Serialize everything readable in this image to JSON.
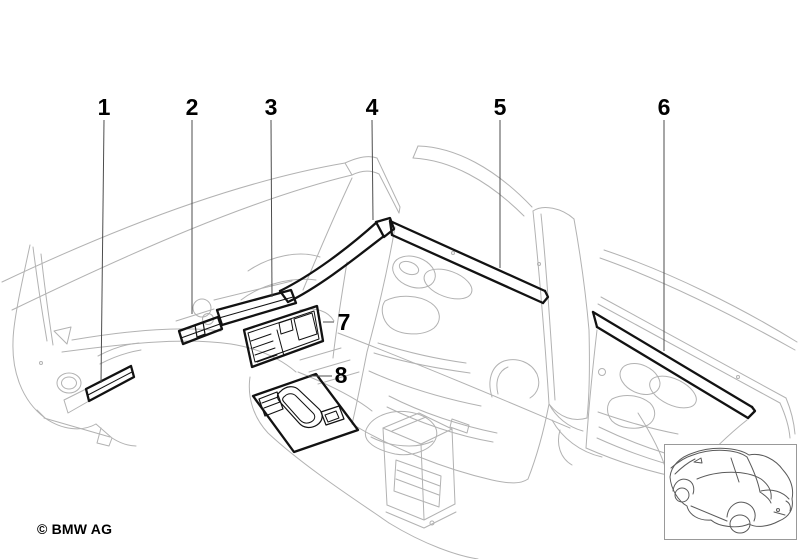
{
  "copyright": "© BMW AG",
  "callouts": [
    {
      "number": "1"
    },
    {
      "number": "2"
    },
    {
      "number": "3"
    },
    {
      "number": "4"
    },
    {
      "number": "5"
    },
    {
      "number": "6"
    },
    {
      "number": "7"
    },
    {
      "number": "8"
    }
  ],
  "thumbnail_icon": "car-rear-three-quarter-view",
  "colors": {
    "background": "#ffffff",
    "sketch_line": "#b2b2b2",
    "part_line": "#121212",
    "leader_line": "#4d4d4d",
    "label_text": "#000000",
    "thumbnail_border": "#999999"
  }
}
